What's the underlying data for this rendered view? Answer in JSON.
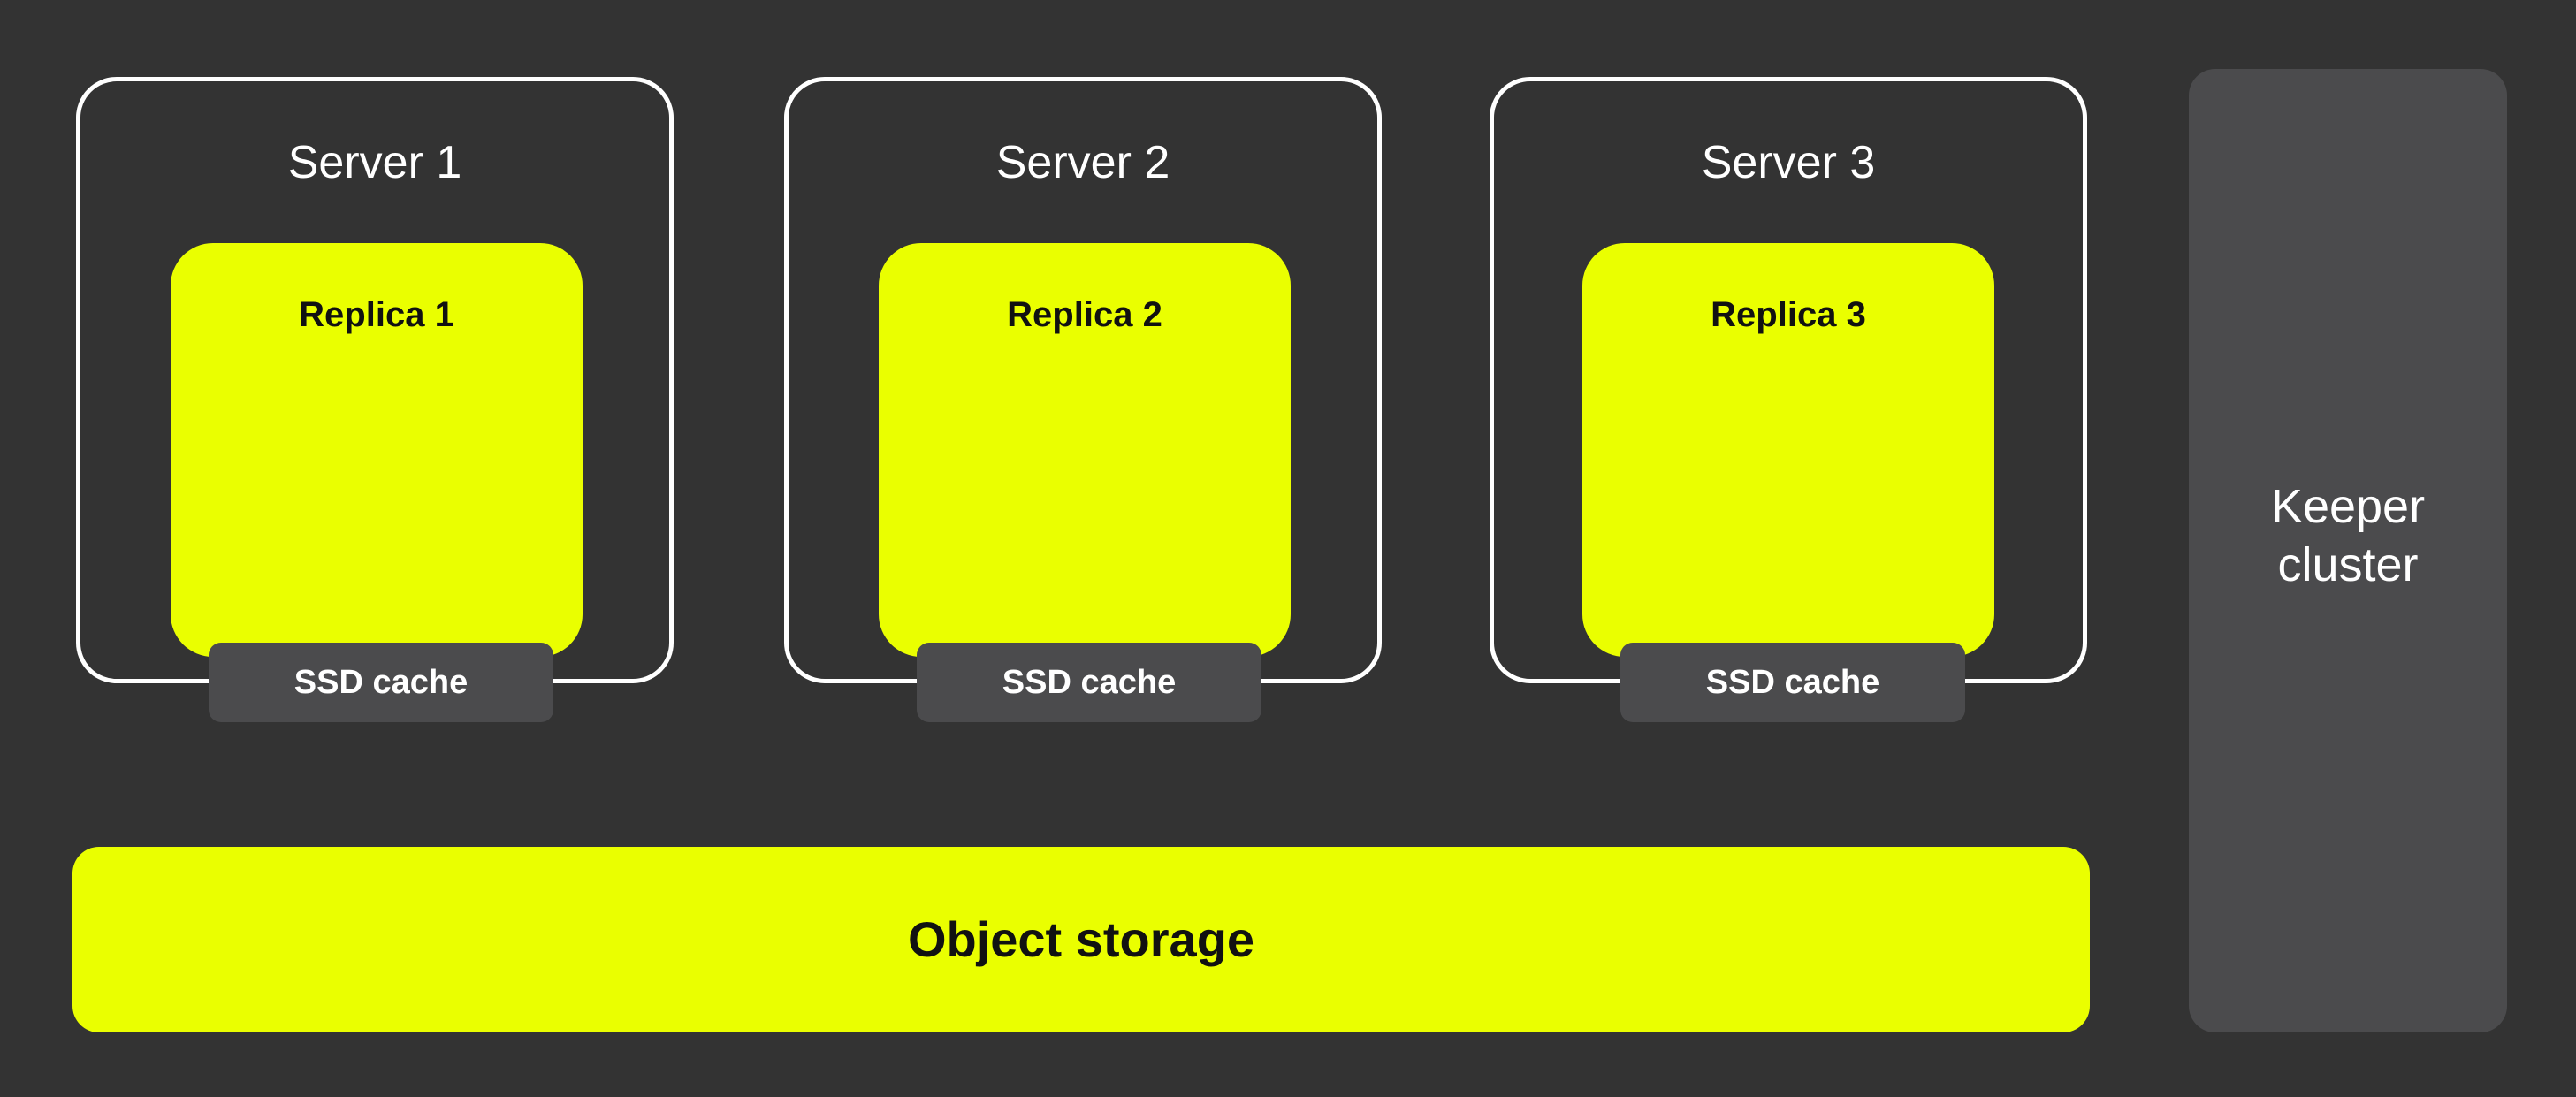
{
  "servers": [
    {
      "title": "Server 1",
      "replica": "Replica 1",
      "cache": "SSD cache"
    },
    {
      "title": "Server 2",
      "replica": "Replica 2",
      "cache": "SSD cache"
    },
    {
      "title": "Server 3",
      "replica": "Replica 3",
      "cache": "SSD cache"
    }
  ],
  "keeper": {
    "label": "Keeper\ncluster"
  },
  "storage": {
    "label": "Object storage"
  },
  "colors": {
    "background": "#333333",
    "accent": "#eaff00",
    "panel": "#4b4b4d",
    "border": "#ffffff"
  }
}
